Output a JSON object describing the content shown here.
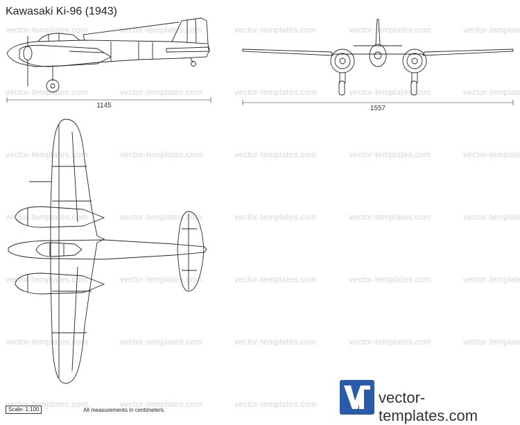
{
  "title": "Kawasaki Ki-96 (1943)",
  "watermark_text": "vector-templates.com",
  "dimensions": {
    "length": "1145",
    "span": "1557"
  },
  "footer": {
    "scale": "Scale: 1:100",
    "note": "All measurements in centimeters."
  },
  "logo": {
    "text": "vector-templates.com",
    "color": "#2a5aa8"
  }
}
